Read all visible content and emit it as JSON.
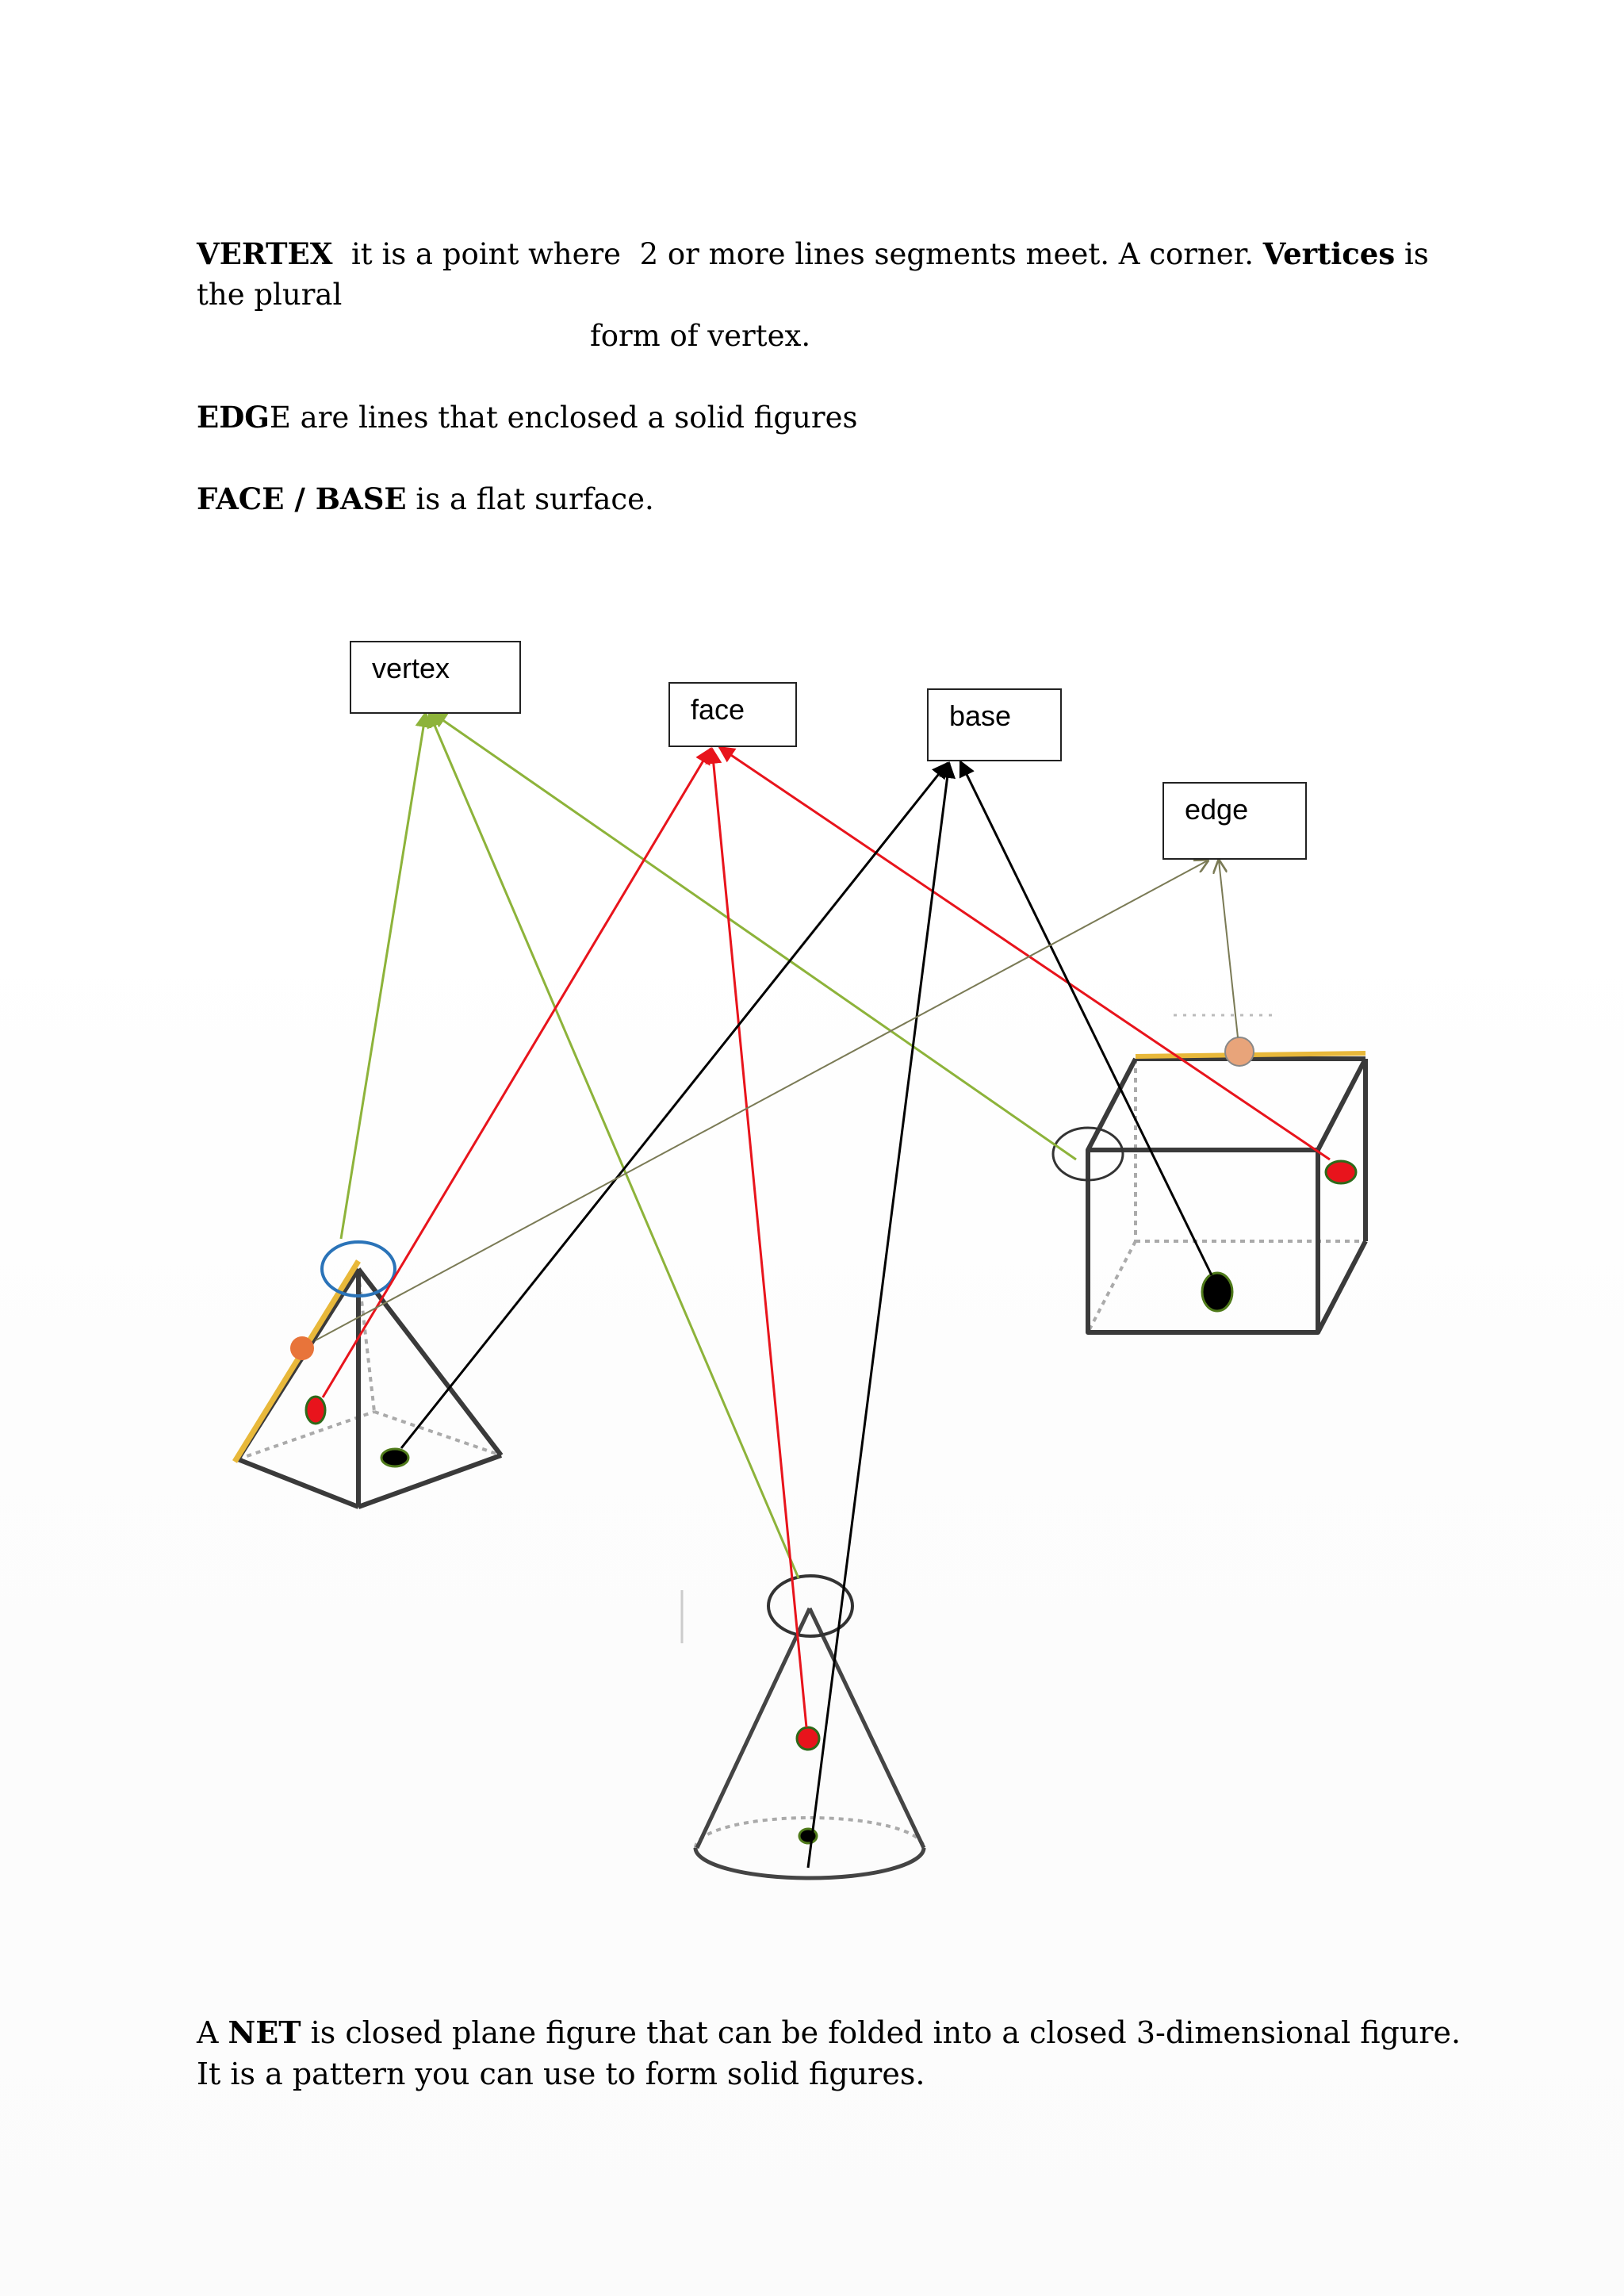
{
  "definitions": {
    "vertex": {
      "term": "VERTEX",
      "text_a": "  it is a point where  2 or more lines segments meet. A corner. ",
      "plural_term": "Vertices",
      "text_b": " is",
      "line2": "the plural",
      "line3": "form of vertex."
    },
    "edge": {
      "term_bold": "EDG",
      "term_rest": "E",
      "text": " are lines that enclosed a solid figures"
    },
    "face": {
      "term": "FACE / BASE",
      "text": " is a flat surface."
    }
  },
  "diagram": {
    "labels": {
      "vertex": "vertex",
      "face": "face",
      "base": "base",
      "edge": "edge"
    },
    "arrow_colors": {
      "vertex": "#8db33a",
      "face": "#e8141c",
      "base": "#000000",
      "edge": "#7a7a55"
    },
    "shapes": [
      "square-pyramid",
      "cone",
      "cube"
    ]
  },
  "net": {
    "prefix": "A ",
    "term": "NET",
    "line1_rest": " is closed plane figure that can be folded into a closed 3-dimensional figure.",
    "line2": "It is a pattern you can use to form solid figures."
  }
}
